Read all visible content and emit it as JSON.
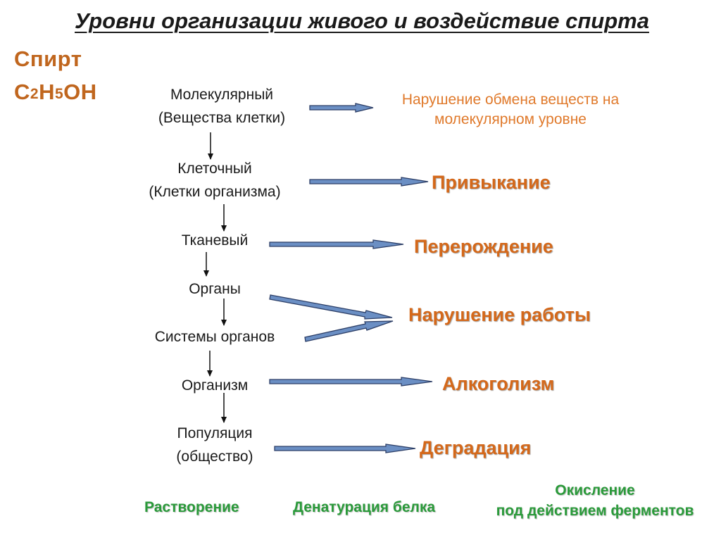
{
  "title": "Уровни организации живого и воздействие спирта",
  "substance": {
    "name": "Спирт",
    "formula": {
      "c": "C",
      "c_n": "2",
      "h": "H",
      "h_n": "5",
      "oh": "OH"
    }
  },
  "levels": [
    {
      "line1": "Молекулярный",
      "line2": "(Вещества клетки)"
    },
    {
      "line1": "Клеточный",
      "line2": "(Клетки организма)"
    },
    {
      "line1": "Тканевый"
    },
    {
      "line1": "Органы"
    },
    {
      "line1": "Системы органов"
    },
    {
      "line1": "Организм"
    },
    {
      "line1": "Популяция",
      "line2": "(общество)"
    }
  ],
  "effects": {
    "molecular": {
      "line1": "Нарушение обмена веществ на",
      "line2": "молекулярном уровне"
    },
    "cellular": "Привыкание",
    "tissue": "Перерождение",
    "organs": "Нарушение работы",
    "organism": "Алкоголизм",
    "population": "Деградация"
  },
  "processes": {
    "dissolution": "Растворение",
    "denaturation": "Денатурация белка",
    "oxidation": {
      "line1": "Окисление",
      "line2": "под действием ферментов"
    }
  },
  "colors": {
    "title": "#1a1a1a",
    "substance": "#c0661e",
    "effect": "#d4681a",
    "process": "#2a9a3a",
    "arrow_fill": "#6b8fc4",
    "arrow_stroke": "#2c3e66"
  }
}
